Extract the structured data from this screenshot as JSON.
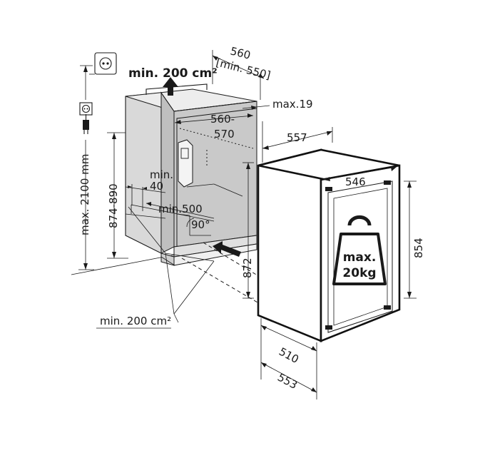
{
  "top": {
    "vent_label": "min. 200 cm²",
    "width_main": "560",
    "width_min": "[min. 550]",
    "max_gap": "max.19"
  },
  "niche": {
    "inner_width_a": "560-",
    "inner_width_b": "570",
    "min_depth_a": "min.",
    "min_depth_b": "40",
    "min_500": "min.500",
    "angle": "90°",
    "height_range": "874-890",
    "max_height": "max. 2100 mm"
  },
  "appliance": {
    "depth": "557",
    "width": "546",
    "height_right": "854",
    "height_left": "872",
    "depth_bottom": "510",
    "depth_total": "553",
    "weight_line1": "max.",
    "weight_line2": "20kg"
  },
  "bottom": {
    "vent_label": "min. 200 cm²"
  },
  "icons": [
    "socket-icon",
    "plug-icon",
    "ground-socket-icon",
    "arrow-up-icon",
    "arrow-in-icon",
    "weight-icon"
  ]
}
